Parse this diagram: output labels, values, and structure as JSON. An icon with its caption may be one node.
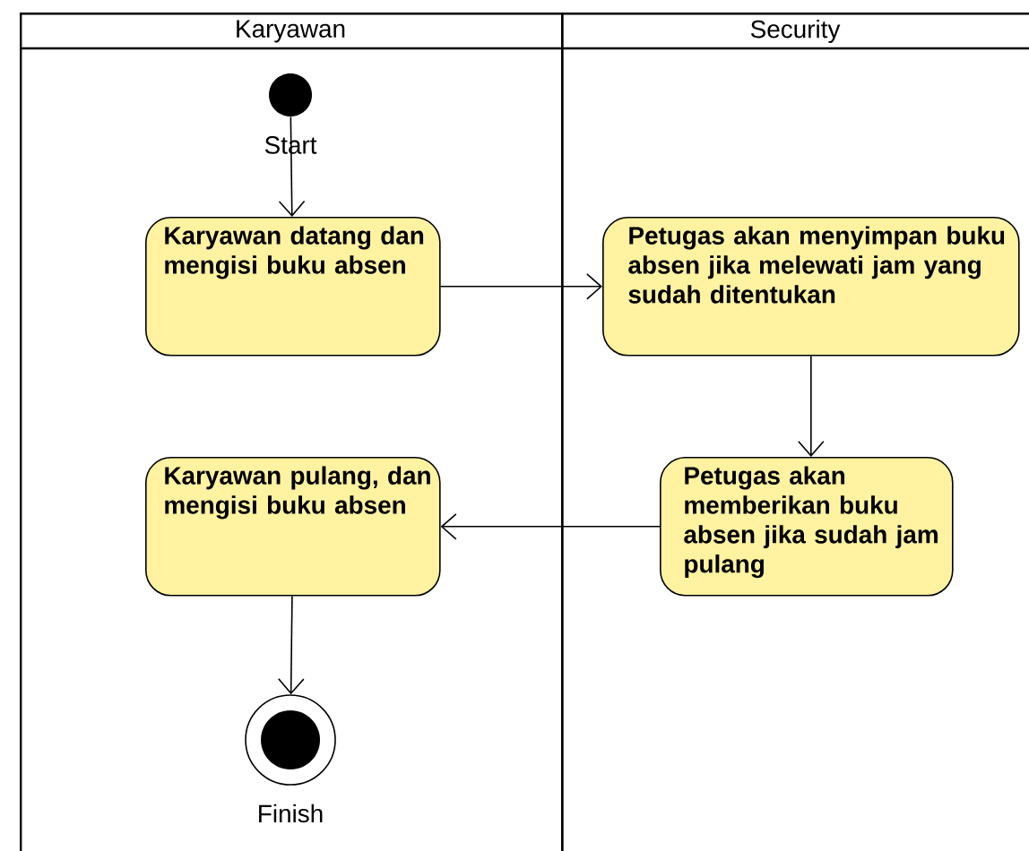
{
  "diagram": {
    "nodes": [
      {
        "text": [
          "Karyawan"
        ]
      },
      {
        "text": [
          "Security"
        ]
      },
      {
        "text": [],
        "shape": "circle",
        "in": 0,
        "beside": [
          "Start"
        ]
      },
      {
        "text": [
          "Karyawan datang dan mengisi buku absen"
        ],
        "in": 0
      },
      {
        "text": [
          "Petugas akan menyimpan buku absen jika melewati jam yang sudah ditentukan"
        ],
        "in": 1
      },
      {
        "text": [
          "Karyawan pulang, dan mengisi buku absen"
        ],
        "in": 0
      },
      {
        "text": [
          "Petugas akan memberikan buku absen jika sudah jam pulang"
        ],
        "in": 1
      },
      {
        "text": [],
        "shape": "circle",
        "in": 0,
        "beside": [
          "Finish"
        ]
      }
    ],
    "edges": [
      {
        "from": 2,
        "to": 3,
        "arrow": "to"
      },
      {
        "from": 3,
        "to": 4,
        "arrow": "to"
      },
      {
        "from": 4,
        "to": 6,
        "arrow": "to"
      },
      {
        "from": 6,
        "to": 5,
        "arrow": "to"
      },
      {
        "from": 5,
        "to": 7,
        "arrow": "to"
      }
    ]
  }
}
